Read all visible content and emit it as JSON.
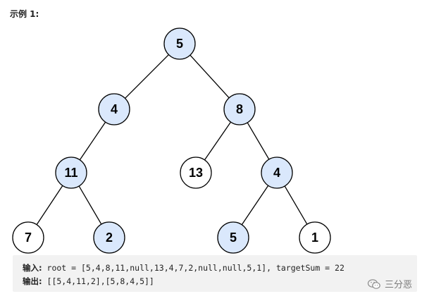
{
  "heading": "示例 1:",
  "tree": {
    "nodes": [
      {
        "id": "n5top",
        "value": "5",
        "highlighted": true
      },
      {
        "id": "n4",
        "value": "4",
        "highlighted": true
      },
      {
        "id": "n8",
        "value": "8",
        "highlighted": true
      },
      {
        "id": "n11",
        "value": "11",
        "highlighted": true
      },
      {
        "id": "n13",
        "value": "13",
        "highlighted": false
      },
      {
        "id": "n4b",
        "value": "4",
        "highlighted": true
      },
      {
        "id": "n7",
        "value": "7",
        "highlighted": false
      },
      {
        "id": "n2",
        "value": "2",
        "highlighted": true
      },
      {
        "id": "n5b",
        "value": "5",
        "highlighted": true
      },
      {
        "id": "n1",
        "value": "1",
        "highlighted": false
      }
    ],
    "edges": [
      [
        "n5top",
        "n4"
      ],
      [
        "n5top",
        "n8"
      ],
      [
        "n4",
        "n11"
      ],
      [
        "n8",
        "n13"
      ],
      [
        "n8",
        "n4b"
      ],
      [
        "n11",
        "n7"
      ],
      [
        "n11",
        "n2"
      ],
      [
        "n4b",
        "n5b"
      ],
      [
        "n4b",
        "n1"
      ]
    ],
    "colors": {
      "highlight_fill": "#dae8fc",
      "plain_fill": "#ffffff",
      "stroke": "#000000"
    }
  },
  "example": {
    "input_label": "输入:",
    "input_value": " root = [5,4,8,11,null,13,4,7,2,null,null,5,1], targetSum = 22",
    "output_label": "输出:",
    "output_value": " [[5,4,11,2],[5,8,4,5]]"
  },
  "watermark": {
    "text": "三分恶",
    "icon": "wechat-icon"
  }
}
